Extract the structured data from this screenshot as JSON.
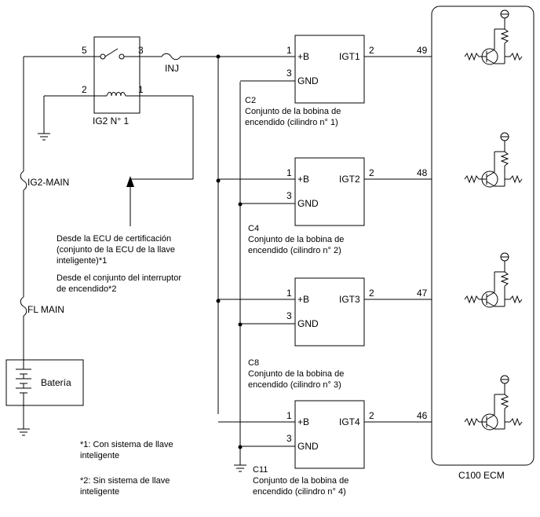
{
  "relay": {
    "name": "IG2 N° 1",
    "pins": {
      "p5": "5",
      "p3": "3",
      "p2": "2",
      "p1": "1"
    }
  },
  "fuses": {
    "inj": "INJ",
    "ig2_main": "IG2-MAIN",
    "fl_main": "FL MAIN"
  },
  "battery": {
    "label": "Batería"
  },
  "source_notes": {
    "line1": "Desde la ECU de certificación",
    "line2": "(conjunto de la ECU de la llave",
    "line3": "inteligente)*1",
    "line4": "Desde el conjunto del interruptor",
    "line5": "de encendido*2"
  },
  "footnotes": {
    "n1_line1": "*1: Con sistema de llave",
    "n1_line2": "inteligente",
    "n2_line1": "*2: Sin sistema de llave",
    "n2_line2": "inteligente"
  },
  "coils": [
    {
      "connector": "C2",
      "desc1": "Conjunto de la bobina de",
      "desc2": "encendido (cilindro n° 1)",
      "pin_b": "1",
      "pin_gnd": "3",
      "pin_out": "2",
      "lbl_b": "+B",
      "lbl_gnd": "GND",
      "lbl_out": "IGT1",
      "ecm_pin": "49",
      "ecm_sig": "IGT1"
    },
    {
      "connector": "C4",
      "desc1": "Conjunto de la bobina de",
      "desc2": "encendido (cilindro n° 2)",
      "pin_b": "1",
      "pin_gnd": "3",
      "pin_out": "2",
      "lbl_b": "+B",
      "lbl_gnd": "GND",
      "lbl_out": "IGT2",
      "ecm_pin": "48",
      "ecm_sig": "IGT2"
    },
    {
      "connector": "C8",
      "desc1": "Conjunto de la bobina de",
      "desc2": "encendido (cilindro n° 3)",
      "pin_b": "1",
      "pin_gnd": "3",
      "pin_out": "2",
      "lbl_b": "+B",
      "lbl_gnd": "GND",
      "lbl_out": "IGT3",
      "ecm_pin": "47",
      "ecm_sig": "IGT3"
    },
    {
      "connector": "C11",
      "desc1": "Conjunto de la bobina de",
      "desc2": "encendido (cilindro n° 4)",
      "pin_b": "1",
      "pin_gnd": "3",
      "pin_out": "2",
      "lbl_b": "+B",
      "lbl_gnd": "GND",
      "lbl_out": "IGT4",
      "ecm_pin": "46",
      "ecm_sig": "IGT4"
    }
  ],
  "ecm": {
    "label": "C100  ECM"
  }
}
